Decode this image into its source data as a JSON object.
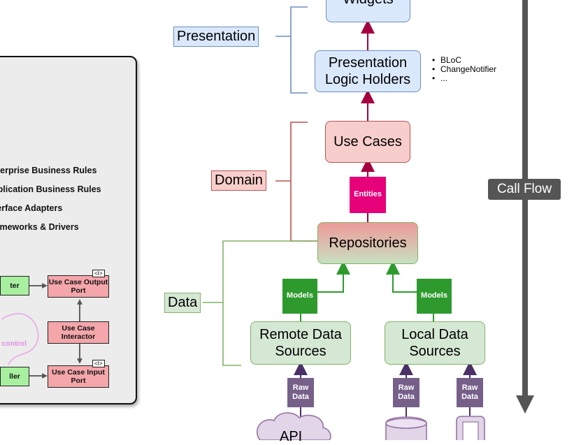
{
  "layers": {
    "presentation": "Presentation",
    "domain": "Domain",
    "data": "Data"
  },
  "nodes": {
    "widgets": "Widgets",
    "presentation_logic_holders": "Presentation Logic Holders",
    "use_cases": "Use Cases",
    "repositories": "Repositories",
    "remote_data_sources": "Remote Data Sources",
    "local_data_sources": "Local Data Sources",
    "api": "API"
  },
  "tags": {
    "entities": "Entities",
    "models_left": "Models",
    "models_right": "Models",
    "raw_data_1": "Raw Data",
    "raw_data_2": "Raw Data",
    "raw_data_3": "Raw Data"
  },
  "bullets": [
    "BLoC",
    "ChangeNotifier",
    "..."
  ],
  "call_flow": "Call Flow",
  "clean_architecture_panel": {
    "rules": [
      "Enterprise Business Rules",
      "Application Business Rules",
      "Interface Adapters",
      "Frameworks & Drivers"
    ],
    "presenter_fragment": "ter",
    "controller_fragment": "ller",
    "flow_of_control_fragment": "f control",
    "use_case_output_port": "Use Case Output Port",
    "use_case_interactor": "Use Case Interactor",
    "use_case_input_port": "Use Case Input Port",
    "port_marker": "<I>"
  },
  "colors": {
    "presentation_fill": "#dae8fc",
    "presentation_stroke": "#6c8ebf",
    "domain_fill": "#f8cecc",
    "domain_stroke": "#b85450",
    "data_fill": "#d5e8d4",
    "data_stroke": "#82b366",
    "entities_tag": "#e6007a",
    "models_tag": "#2e9a2e",
    "raw_data_tag": "#76608a",
    "call_flow": "#555555"
  }
}
